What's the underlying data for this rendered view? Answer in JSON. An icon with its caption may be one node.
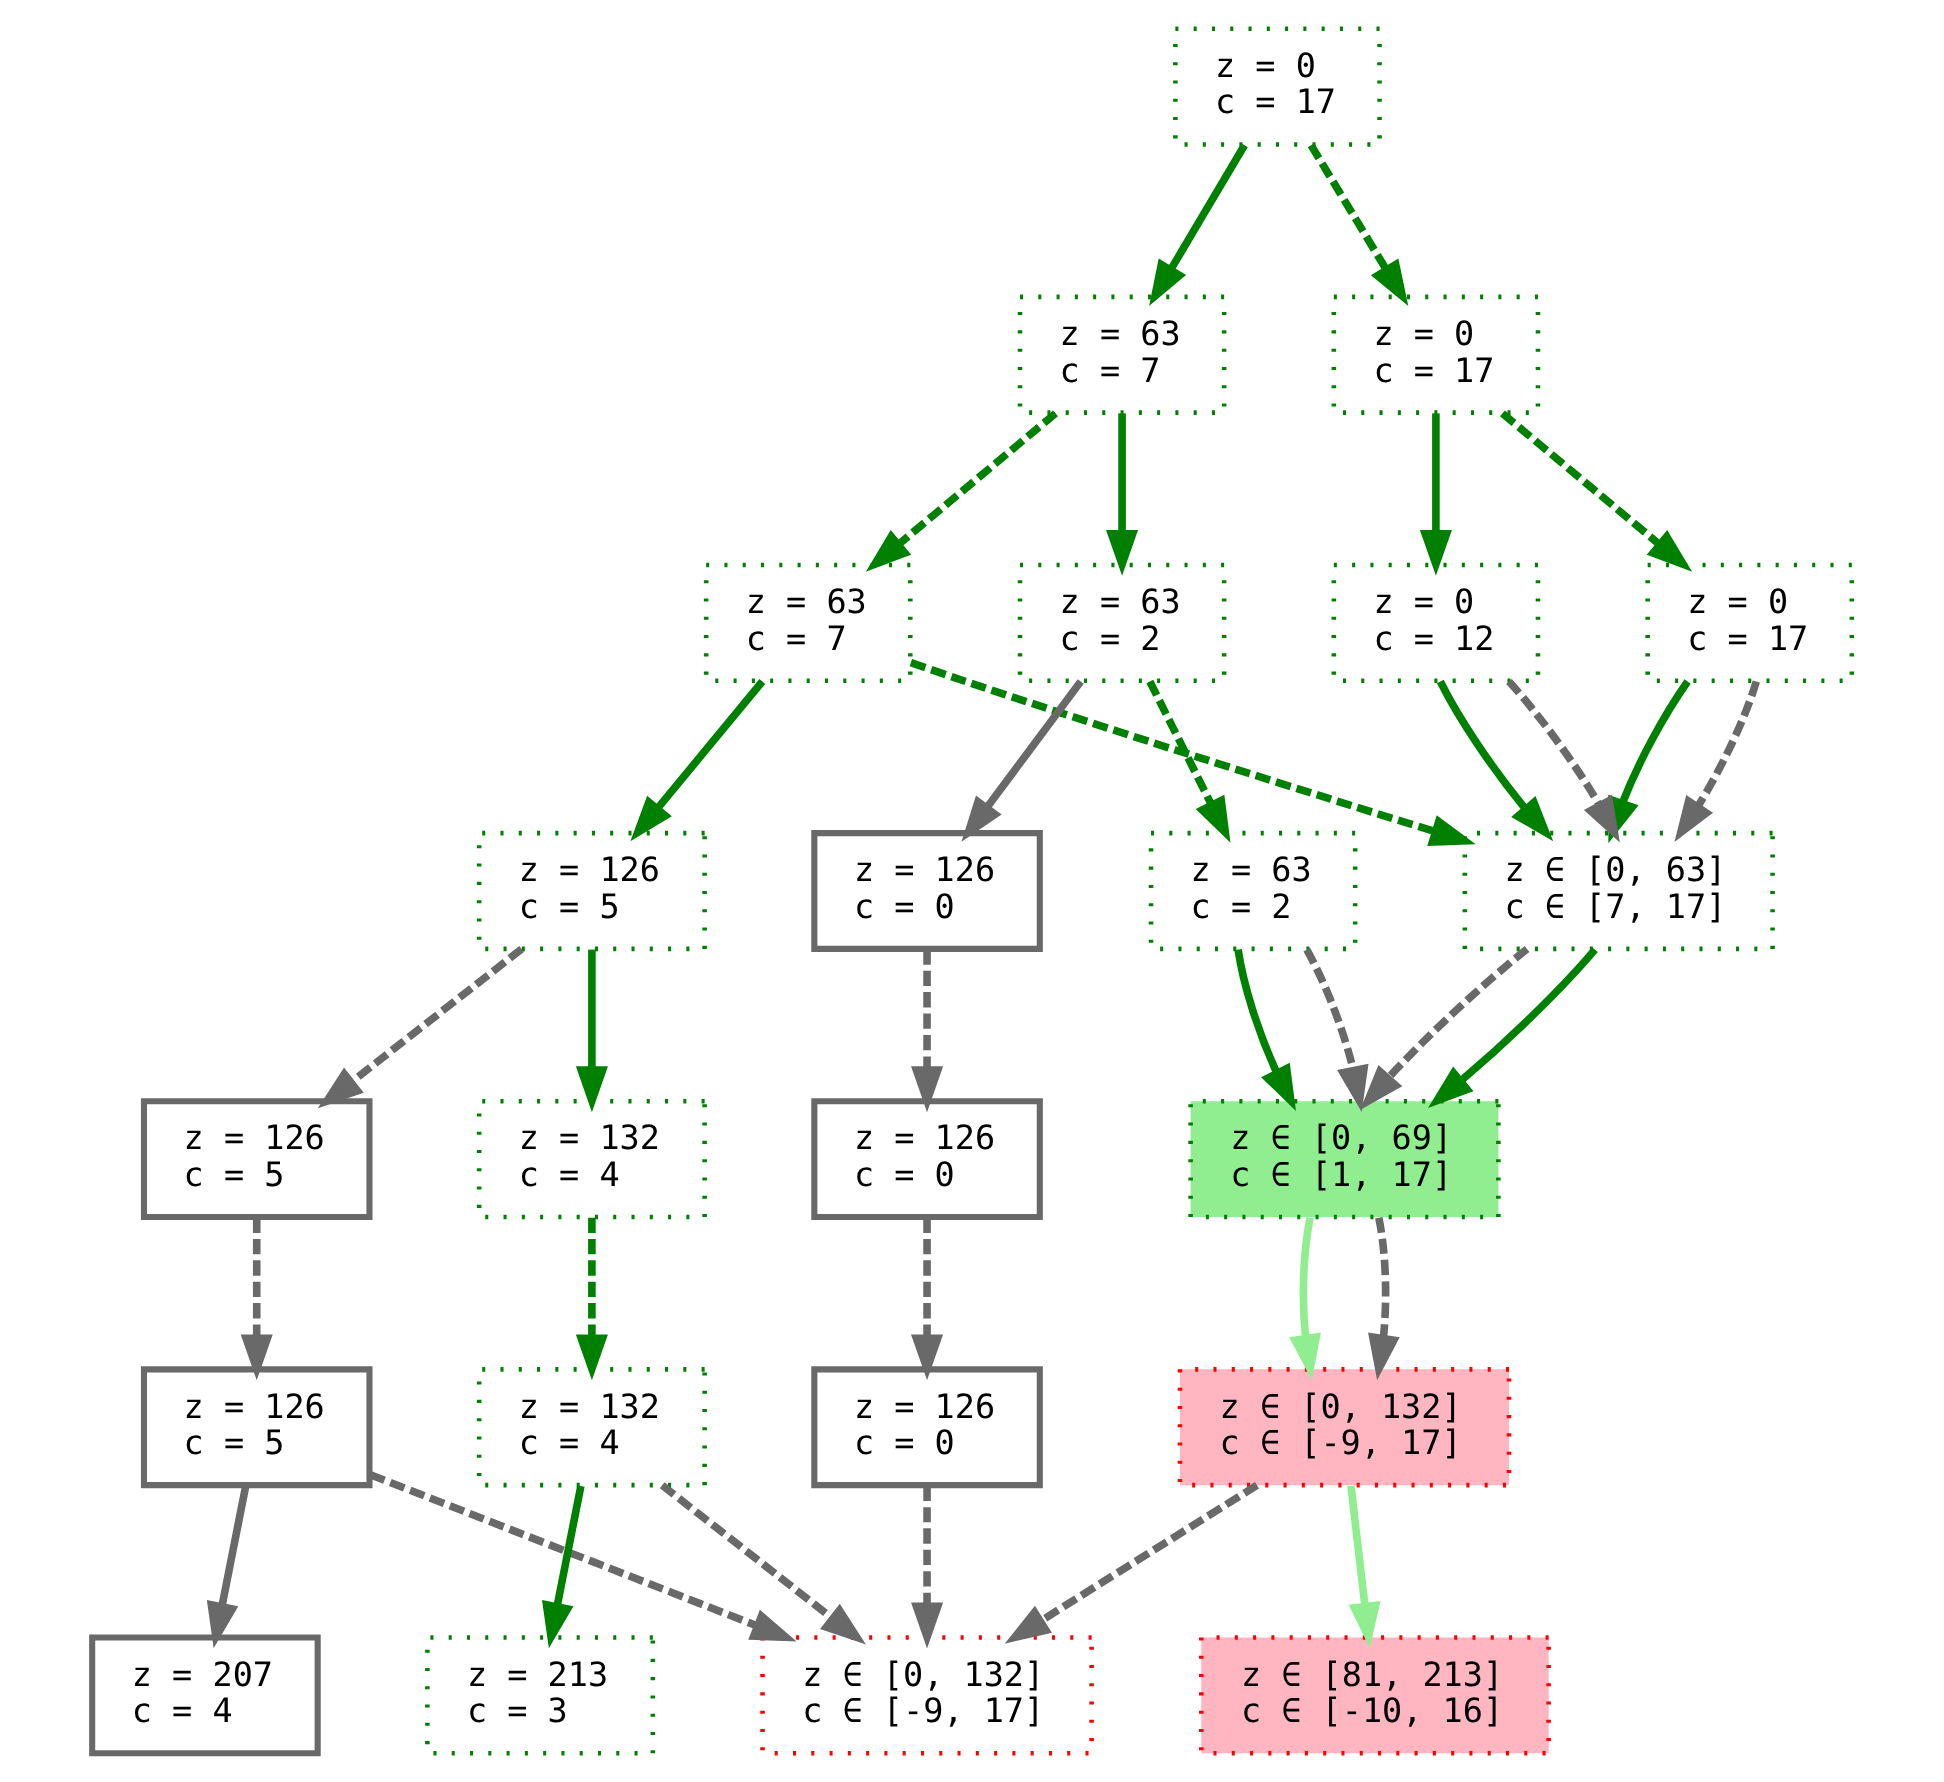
{
  "diagram": {
    "nodes": [
      {
        "text": [
          "z = 0",
          "c = 17"
        ]
      },
      {
        "text": [
          "z = 0",
          "c = 17"
        ]
      },
      {
        "text": [
          "z = 63",
          "c = 7"
        ]
      },
      {
        "text": [
          "z = 0",
          "c = 17"
        ]
      },
      {
        "text": [
          "z = 0",
          "c = 12"
        ]
      },
      {
        "text": [
          "z = 63",
          "c = 7"
        ]
      },
      {
        "text": [
          "z = 63",
          "c = 2"
        ]
      },
      {
        "text": [
          "z ∈ [0, 63]",
          "c ∈ [7, 17]"
        ]
      },
      {
        "text": [
          "z = 126",
          "c = 5"
        ]
      },
      {
        "text": [
          "z = 63",
          "c = 2"
        ]
      },
      {
        "text": [
          "z = 126",
          "c = 0"
        ]
      },
      {
        "text": [
          "z = 126",
          "c = 5"
        ]
      },
      {
        "text": [
          "z ∈ [0, 69]",
          "c ∈ [1, 17]"
        ]
      },
      {
        "text": [
          "z = 132",
          "c = 4"
        ]
      },
      {
        "text": [
          "z = 126",
          "c = 0"
        ]
      },
      {
        "text": [
          "z = 126",
          "c = 5"
        ]
      },
      {
        "text": [
          "z ∈ [0, 132]",
          "c ∈ [-9, 17]"
        ]
      },
      {
        "text": [
          "z = 132",
          "c = 4"
        ]
      },
      {
        "text": [
          "z = 126",
          "c = 0"
        ]
      },
      {
        "text": [
          "z = 207",
          "c = 4"
        ]
      },
      {
        "text": [
          "z ∈ [81, 213]",
          "c ∈ [-10, 16]"
        ]
      },
      {
        "text": [
          "z ∈ [0, 132]",
          "c ∈ [-9, 17]"
        ]
      },
      {
        "text": [
          "z = 213",
          "c = 3"
        ]
      }
    ],
    "edges": [
      {
        "from": 0,
        "to": 1,
        "arrow": "to",
        "style": "dashed"
      },
      {
        "from": 0,
        "to": 2,
        "arrow": "to"
      },
      {
        "from": 1,
        "to": 3,
        "arrow": "to",
        "style": "dashed"
      },
      {
        "from": 1,
        "to": 4,
        "arrow": "to"
      },
      {
        "from": 2,
        "to": 5,
        "arrow": "to",
        "style": "dashed"
      },
      {
        "from": 2,
        "to": 6,
        "arrow": "to"
      },
      {
        "from": 3,
        "to": 7,
        "arrow": "to"
      },
      {
        "from": 3,
        "to": 7,
        "arrow": "to",
        "style": "dashed",
        "color": "#696969"
      },
      {
        "from": 4,
        "to": 7,
        "arrow": "to"
      },
      {
        "from": 4,
        "to": 7,
        "arrow": "to",
        "style": "dashed",
        "color": "#696969"
      },
      {
        "from": 5,
        "to": 7,
        "arrow": "to",
        "style": "dashed"
      },
      {
        "from": 5,
        "to": 8,
        "arrow": "to"
      },
      {
        "from": 6,
        "to": 9,
        "arrow": "to",
        "style": "dashed"
      },
      {
        "from": 6,
        "to": 10,
        "arrow": "to",
        "color": "#696969"
      },
      {
        "from": 7,
        "to": 12,
        "arrow": "to",
        "style": "dashed",
        "color": "#696969"
      },
      {
        "from": 7,
        "to": 12,
        "arrow": "to"
      },
      {
        "from": 8,
        "to": 11,
        "arrow": "to",
        "style": "dashed",
        "color": "#696969"
      },
      {
        "from": 8,
        "to": 13,
        "arrow": "to"
      },
      {
        "from": 9,
        "to": 12,
        "arrow": "to"
      },
      {
        "from": 9,
        "to": 12,
        "arrow": "to",
        "style": "dashed",
        "color": "#696969"
      },
      {
        "from": 10,
        "to": 14,
        "arrow": "to",
        "style": "dashed",
        "color": "#696969"
      },
      {
        "from": 11,
        "to": 15,
        "arrow": "to",
        "style": "dashed",
        "color": "#696969"
      },
      {
        "from": 12,
        "to": 16,
        "arrow": "to",
        "color": "#90ee90"
      },
      {
        "from": 12,
        "to": 16,
        "arrow": "to",
        "style": "dashed",
        "color": "#696969"
      },
      {
        "from": 13,
        "to": 17,
        "arrow": "to",
        "style": "dashed"
      },
      {
        "from": 14,
        "to": 18,
        "arrow": "to",
        "style": "dashed",
        "color": "#696969"
      },
      {
        "from": 15,
        "to": 19,
        "arrow": "to",
        "color": "#696969"
      },
      {
        "from": 15,
        "to": 21,
        "arrow": "to",
        "style": "dashed",
        "color": "#696969"
      },
      {
        "from": 16,
        "to": 20,
        "arrow": "to",
        "color": "#90ee90"
      },
      {
        "from": 16,
        "to": 21,
        "arrow": "to",
        "style": "dashed",
        "color": "#696969"
      },
      {
        "from": 17,
        "to": 21,
        "arrow": "to",
        "style": "dashed",
        "color": "#696969"
      },
      {
        "from": 17,
        "to": 22,
        "arrow": "to"
      },
      {
        "from": 18,
        "to": 21,
        "arrow": "to",
        "style": "dashed",
        "color": "#696969"
      }
    ]
  }
}
